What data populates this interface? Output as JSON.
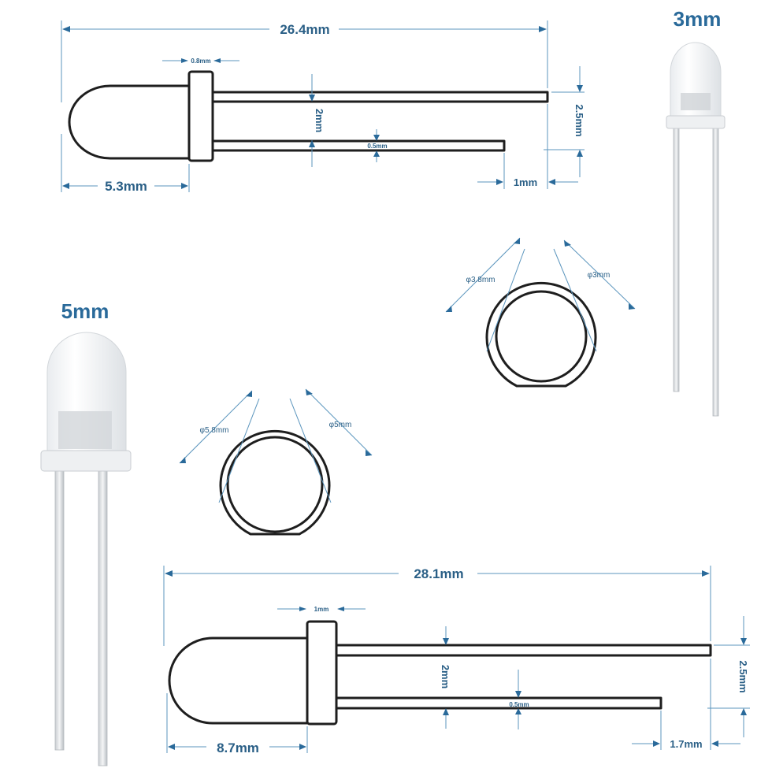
{
  "diagram": {
    "led3": {
      "title": "3mm",
      "total_length": "26.4mm",
      "flange_width": "0.8mm",
      "lead_spacing": "2mm",
      "lead_thickness": "0.5mm",
      "outer_offset": "2.5mm",
      "lead_diff": "1mm",
      "body_length": "5.3mm",
      "diameter_flange": "φ3.8mm",
      "diameter_body": "φ3mm"
    },
    "led5": {
      "title": "5mm",
      "total_length": "28.1mm",
      "flange_width": "1mm",
      "lead_spacing": "2mm",
      "lead_thickness": "0.5mm",
      "outer_offset": "2.5mm",
      "lead_diff": "1.7mm",
      "body_length": "8.7mm",
      "diameter_flange": "φ5.8mm",
      "diameter_body": "φ5mm"
    }
  },
  "colors": {
    "dimension": "#5b95bd",
    "label": "#2a5f86",
    "outline": "#1e1e1e"
  }
}
